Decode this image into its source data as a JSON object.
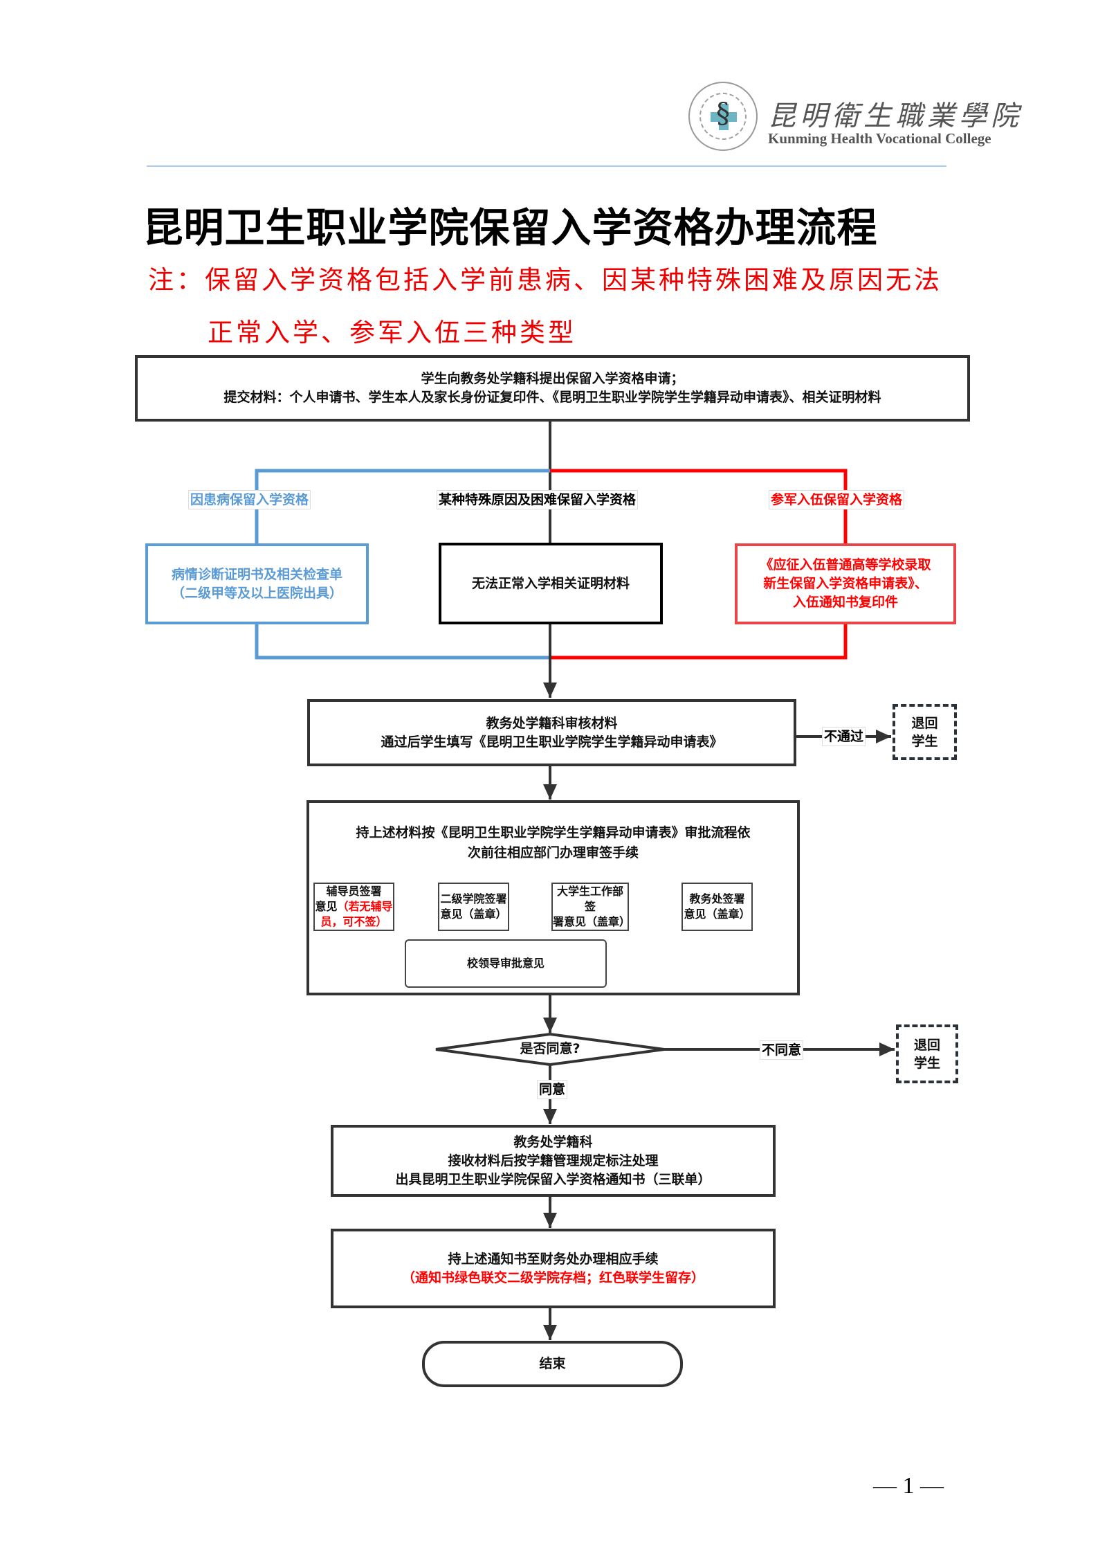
{
  "header": {
    "logo_cn": "昆明衛生職業學院",
    "logo_en": "Kunming Health Vocational College",
    "accent_line_color": "#a6cdef"
  },
  "title": "昆明卫生职业学院保留入学资格办理流程",
  "note": {
    "line1": "注：保留入学资格包括入学前患病、因某种特殊困难及原因无法",
    "line2": "正常入学、参军入伍三种类型",
    "color": "#ff0000"
  },
  "flow": {
    "start": {
      "line1": "学生向教务处学籍科提出保留入学资格申请；",
      "line2": "提交材料：个人申请书、学生本人及家长身份证复印件、《昆明卫生职业学院学生学籍异动申请表》、相关证明材料"
    },
    "branches": [
      {
        "label": "因患病保留入学资格",
        "box_line1": "病情诊断证明书及相关检查单",
        "box_line2": "（二级甲等及以上医院出具）",
        "color": "#5b9bd5"
      },
      {
        "label": "某种特殊原因及困难保留入学资格",
        "box_line1": "无法正常入学相关证明材料",
        "color": "#000000"
      },
      {
        "label": "参军入伍保留入学资格",
        "box_line1": "《应征入伍普通高等学校录取",
        "box_line2": "新生保留入学资格申请表》、",
        "box_line3": "入伍通知书复印件",
        "color": "#ff0000"
      }
    ],
    "review": {
      "line1": "教务处学籍科审核材料",
      "line2": "通过后学生填写《昆明卫生职业学院学生学籍异动申请表》",
      "reject_label": "不通过",
      "reject_box_line1": "退回",
      "reject_box_line2": "学生"
    },
    "approval": {
      "line1": "持上述材料按《昆明卫生职业学院学生学籍异动申请表》审批流程依",
      "line2": "次前往相应部门办理审签手续",
      "steps": [
        {
          "line1": "辅导员签署",
          "line2a": "意见",
          "line2b": "（若无辅导",
          "line3": "员，可不签）"
        },
        {
          "line1": "二级学院签署",
          "line2": "意见（盖章）"
        },
        {
          "line1": "大学生工作部签",
          "line2": "署意见（盖章）"
        },
        {
          "line1": "教务处签署",
          "line2": "意见（盖章）"
        }
      ],
      "final_step": "校领导审批意见"
    },
    "decision": {
      "question": "是否同意?",
      "no_label": "不同意",
      "yes_label": "同意",
      "reject_box_line1": "退回",
      "reject_box_line2": "学生"
    },
    "registry": {
      "line1": "教务处学籍科",
      "line2": "接收材料后按学籍管理规定标注处理",
      "line3": "出具昆明卫生职业学院保留入学资格通知书（三联单）"
    },
    "finance": {
      "line1": "持上述通知书至财务处办理相应手续",
      "line2": "（通知书绿色联交二级学院存档；红色联学生留存）"
    },
    "end": "结束"
  },
  "page_number": "— 1 —"
}
